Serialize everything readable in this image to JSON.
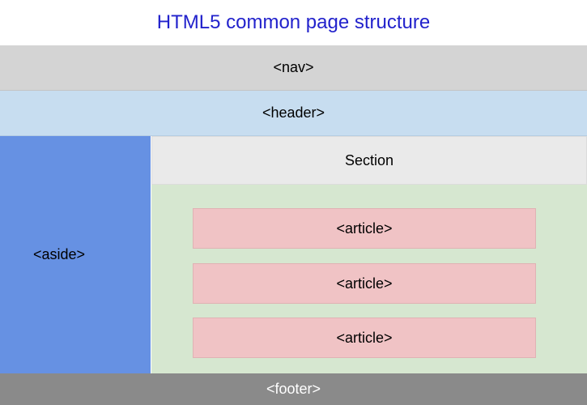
{
  "title": "HTML5 common page structure",
  "nav": {
    "label": "<nav>"
  },
  "header": {
    "label": "<header>"
  },
  "aside": {
    "label": "<aside>"
  },
  "section": {
    "label": "Section",
    "articles": [
      {
        "label": "<article>"
      },
      {
        "label": "<article>"
      },
      {
        "label": "<article>"
      }
    ]
  },
  "footer": {
    "label": "<footer>"
  },
  "colors": {
    "title": "#2222cc",
    "nav": "#d4d4d4",
    "header": "#c7ddf0",
    "aside": "#6691e3",
    "section_head": "#eaeaea",
    "section_body": "#d6e7d0",
    "article": "#f0c3c5",
    "footer": "#8a8a8a"
  }
}
